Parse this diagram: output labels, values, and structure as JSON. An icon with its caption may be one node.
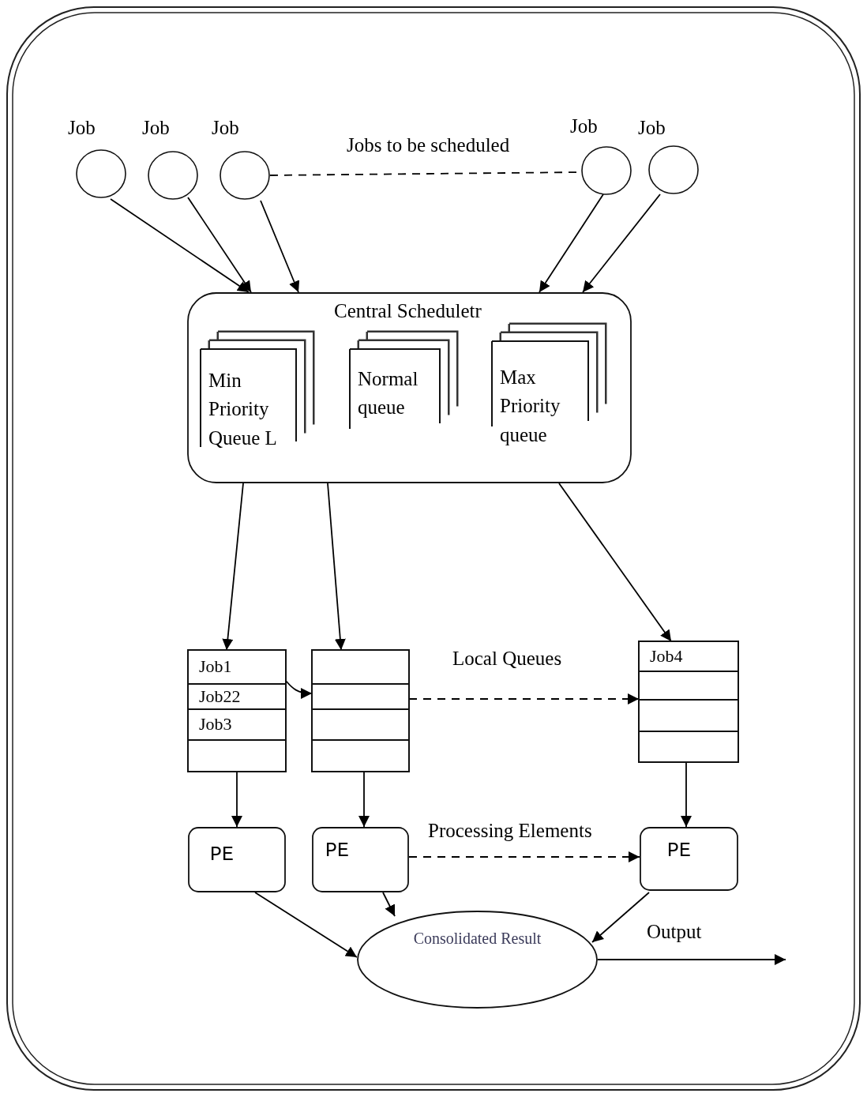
{
  "diagram": {
    "nodes": [
      {
        "text": [
          "Job"
        ]
      },
      {
        "text": [
          "Job"
        ]
      },
      {
        "text": [
          "Job"
        ]
      },
      {
        "text": [
          "Job"
        ]
      },
      {
        "text": [
          "Job"
        ]
      },
      {
        "text": [
          "Central Scheduletr"
        ]
      },
      {
        "text": [
          "Min Priority Queue L"
        ],
        "in": 5
      },
      {
        "text": [
          "Normal queue"
        ],
        "in": 5
      },
      {
        "text": [
          "Max Priority queue"
        ],
        "in": 5
      },
      {
        "text": [
          "Job1",
          "Job22",
          "Job3"
        ]
      },
      {
        "text": [],
        "shape": "box"
      },
      {
        "text": [
          "Job4"
        ]
      },
      {
        "text": [
          "PE"
        ]
      },
      {
        "text": [
          "PE"
        ]
      },
      {
        "text": [
          "PE"
        ]
      },
      {
        "text": [
          "Consolidated Result"
        ]
      }
    ],
    "edges": [
      {
        "from": 0,
        "to": 5,
        "arrow": "to"
      },
      {
        "from": 1,
        "to": 5,
        "arrow": "to"
      },
      {
        "from": 2,
        "to": 5,
        "arrow": "to"
      },
      {
        "from": 3,
        "to": 5,
        "arrow": "to"
      },
      {
        "from": 4,
        "to": 5,
        "arrow": "to"
      },
      {
        "from": 2,
        "to": 3,
        "arrow": "none",
        "style": "dashed",
        "label": "Jobs to be scheduled"
      },
      {
        "from": 5,
        "to": 9,
        "arrow": "to"
      },
      {
        "from": 5,
        "to": 10,
        "arrow": "to"
      },
      {
        "from": 5,
        "to": 11,
        "arrow": "to"
      },
      {
        "from": 9,
        "to": 10,
        "arrow": "to"
      },
      {
        "from": 10,
        "to": 11,
        "arrow": "to",
        "style": "dashed",
        "label": "Local Queues"
      },
      {
        "from": 9,
        "to": 12,
        "arrow": "to"
      },
      {
        "from": 10,
        "to": 13,
        "arrow": "to"
      },
      {
        "from": 11,
        "to": 14,
        "arrow": "to"
      },
      {
        "from": 13,
        "to": 14,
        "arrow": "to",
        "style": "dashed",
        "label": "Processing Elements"
      },
      {
        "from": 12,
        "to": 15,
        "arrow": "to"
      },
      {
        "from": 13,
        "to": 15,
        "arrow": "to"
      },
      {
        "from": 14,
        "to": 15,
        "arrow": "to"
      },
      {
        "from": 15,
        "to": null,
        "arrow": "to",
        "label": "Output"
      }
    ]
  }
}
